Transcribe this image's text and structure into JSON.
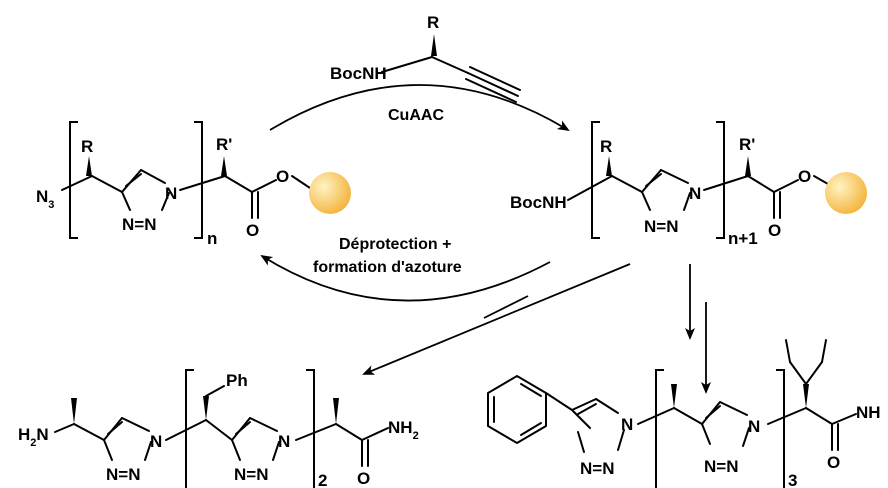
{
  "reagent": {
    "substituent": "R",
    "amine": "BocNH"
  },
  "reaction_top": {
    "label": "CuAAC"
  },
  "reaction_bottom": {
    "line1": "Déprotection +",
    "line2": "formation d'azoture"
  },
  "left_compound": {
    "azide": "N",
    "azide_subscript": "3",
    "substituent": "R",
    "side_chain": "R'",
    "ring_n1": "N",
    "ring_n_bottom": "N=N",
    "carbonyl_o": "O",
    "ester_o": "O",
    "repeat": "n"
  },
  "right_compound": {
    "amine": "BocNH",
    "substituent": "R",
    "side_chain": "R'",
    "ring_n1": "N",
    "ring_n_bottom": "N=N",
    "carbonyl_o": "O",
    "ester_o": "O",
    "repeat": "n+1"
  },
  "product_left": {
    "amine": "H",
    "amine_subscript": "2",
    "amine_n": "N",
    "side_chain": "Ph",
    "ring1_n1": "N",
    "ring1_n_bottom": "N=N",
    "ring2_n1": "N",
    "ring2_n_bottom": "N=N",
    "amide": "NH",
    "amide_subscript": "2",
    "carbonyl_o": "O",
    "repeat": "2"
  },
  "product_right": {
    "ring1_n1": "N",
    "ring1_n_bottom": "N=N",
    "ring2_n1": "N",
    "ring2_n_bottom": "N=N",
    "amide": "NH",
    "carbonyl_o": "O",
    "repeat": "3"
  },
  "colors": {
    "bead_light": "#fff3c4",
    "bead_dark": "#f4b43c"
  }
}
